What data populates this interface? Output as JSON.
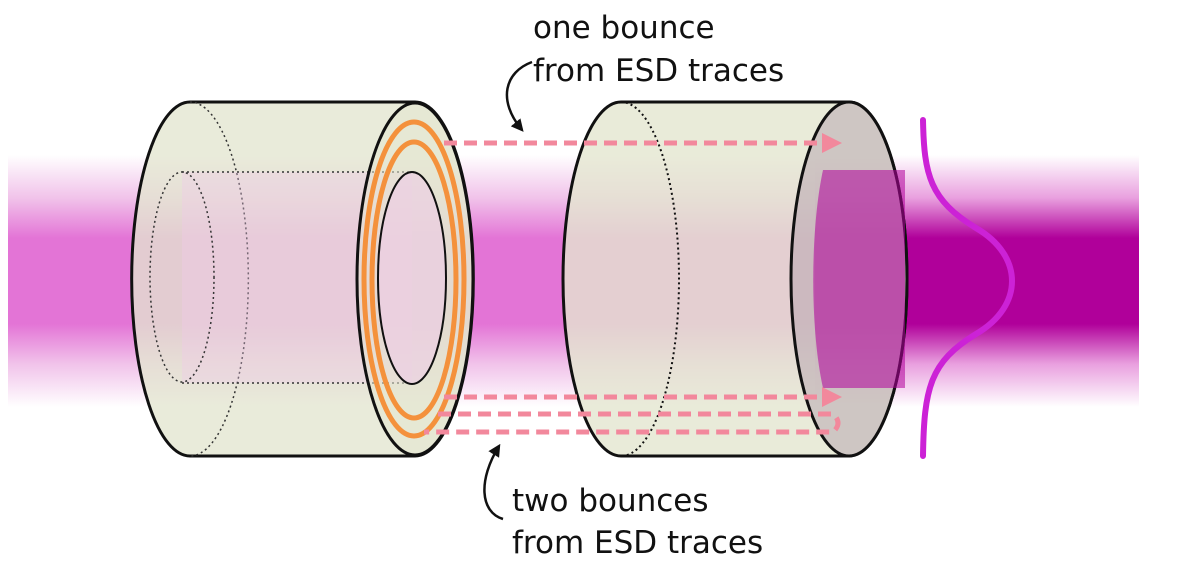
{
  "annotations": {
    "top": {
      "line1": "one bounce",
      "line2": "from ESD traces"
    },
    "bottom": {
      "line1": "two bounces",
      "line2": "from ESD traces"
    }
  },
  "colors": {
    "beam_core": "#b0009a",
    "beam_mid": "#e374d6",
    "cylinder_fill": "#e3e6d0",
    "esd_rings": "#f4913c",
    "scatter_rays": "#f2889c",
    "profile_curve": "#cc22d6",
    "outline": "#111111"
  }
}
